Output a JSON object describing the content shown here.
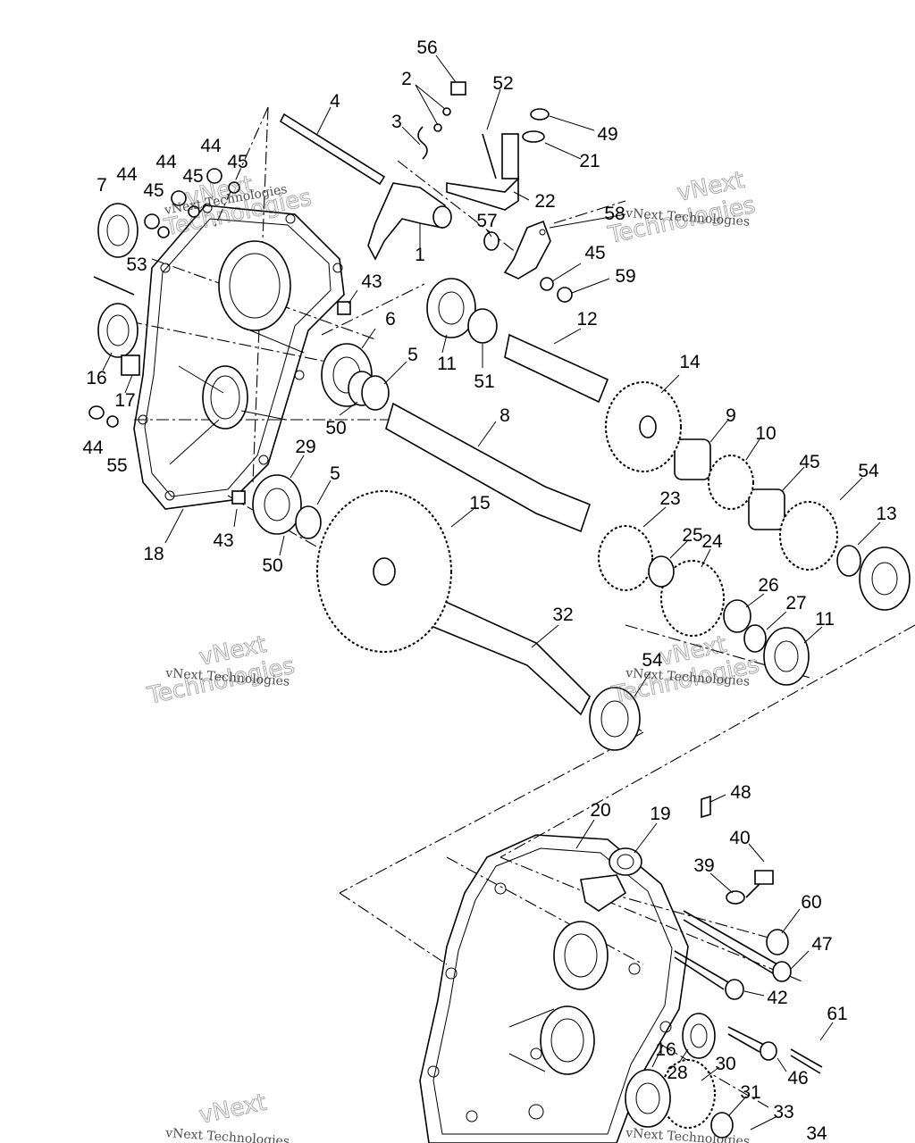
{
  "labels": [
    {
      "id": "56",
      "text": "56"
    },
    {
      "id": "2",
      "text": "2"
    },
    {
      "id": "52",
      "text": "52"
    },
    {
      "id": "4",
      "text": "4"
    },
    {
      "id": "3",
      "text": "3"
    },
    {
      "id": "49",
      "text": "49"
    },
    {
      "id": "21",
      "text": "21"
    },
    {
      "id": "44a",
      "text": "44"
    },
    {
      "id": "45a",
      "text": "45"
    },
    {
      "id": "44b",
      "text": "44"
    },
    {
      "id": "45b",
      "text": "45"
    },
    {
      "id": "44c",
      "text": "44"
    },
    {
      "id": "45c",
      "text": "45"
    },
    {
      "id": "7",
      "text": "7"
    },
    {
      "id": "22",
      "text": "22"
    },
    {
      "id": "58",
      "text": "58"
    },
    {
      "id": "57",
      "text": "57"
    },
    {
      "id": "1",
      "text": "1"
    },
    {
      "id": "45d",
      "text": "45"
    },
    {
      "id": "59",
      "text": "59"
    },
    {
      "id": "53",
      "text": "53"
    },
    {
      "id": "43a",
      "text": "43"
    },
    {
      "id": "12",
      "text": "12"
    },
    {
      "id": "6",
      "text": "6"
    },
    {
      "id": "5a",
      "text": "5"
    },
    {
      "id": "11a",
      "text": "11"
    },
    {
      "id": "51",
      "text": "51"
    },
    {
      "id": "16a",
      "text": "16"
    },
    {
      "id": "17",
      "text": "17"
    },
    {
      "id": "14",
      "text": "14"
    },
    {
      "id": "50a",
      "text": "50"
    },
    {
      "id": "8",
      "text": "8"
    },
    {
      "id": "9",
      "text": "9"
    },
    {
      "id": "10",
      "text": "10"
    },
    {
      "id": "44d",
      "text": "44"
    },
    {
      "id": "45e",
      "text": "45"
    },
    {
      "id": "55",
      "text": "55"
    },
    {
      "id": "29",
      "text": "29"
    },
    {
      "id": "54a",
      "text": "54"
    },
    {
      "id": "5b",
      "text": "5"
    },
    {
      "id": "15",
      "text": "15"
    },
    {
      "id": "23",
      "text": "23"
    },
    {
      "id": "13",
      "text": "13"
    },
    {
      "id": "25",
      "text": "25"
    },
    {
      "id": "24",
      "text": "24"
    },
    {
      "id": "43b",
      "text": "43"
    },
    {
      "id": "18",
      "text": "18"
    },
    {
      "id": "50b",
      "text": "50"
    },
    {
      "id": "26",
      "text": "26"
    },
    {
      "id": "27",
      "text": "27"
    },
    {
      "id": "32",
      "text": "32"
    },
    {
      "id": "11b",
      "text": "11"
    },
    {
      "id": "54b",
      "text": "54"
    },
    {
      "id": "48",
      "text": "48"
    },
    {
      "id": "20",
      "text": "20"
    },
    {
      "id": "19",
      "text": "19"
    },
    {
      "id": "40",
      "text": "40"
    },
    {
      "id": "39",
      "text": "39"
    },
    {
      "id": "60",
      "text": "60"
    },
    {
      "id": "47",
      "text": "47"
    },
    {
      "id": "42",
      "text": "42"
    },
    {
      "id": "61",
      "text": "61"
    },
    {
      "id": "16b",
      "text": "16"
    },
    {
      "id": "28",
      "text": "28"
    },
    {
      "id": "30",
      "text": "30"
    },
    {
      "id": "46",
      "text": "46"
    },
    {
      "id": "31",
      "text": "31"
    },
    {
      "id": "33",
      "text": "33"
    },
    {
      "id": "34",
      "text": "34"
    }
  ],
  "watermark": {
    "line1": "vNext",
    "line2": "Technologies",
    "combined": "vNext Technologies"
  }
}
